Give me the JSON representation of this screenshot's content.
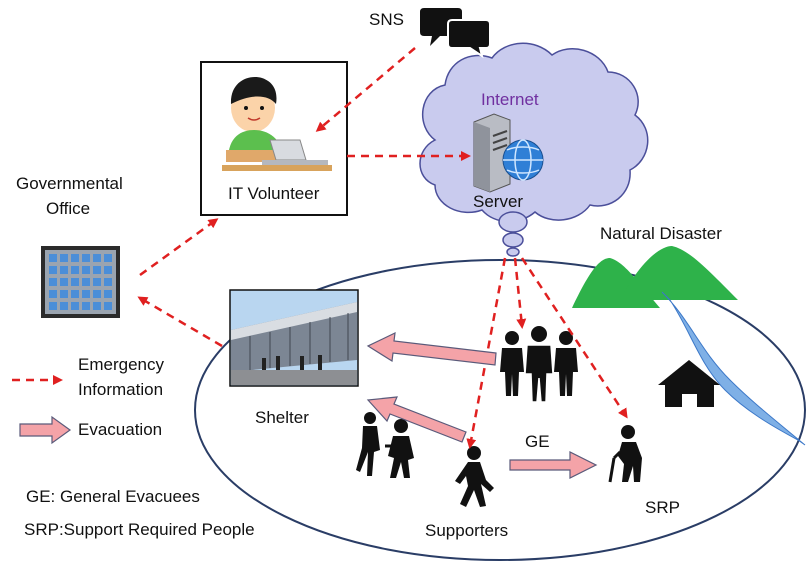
{
  "labels": {
    "sns": "SNS",
    "internet": "Internet",
    "server": "Server",
    "it_volunteer": "IT Volunteer",
    "gov_office_line1": "Governmental",
    "gov_office_line2": "Office",
    "natural_disaster": "Natural Disaster",
    "shelter": "Shelter",
    "ge": "GE",
    "supporters": "Supporters",
    "srp": "SRP"
  },
  "legend": {
    "emergency_line1": "Emergency",
    "emergency_line2": "Information",
    "evacuation": "Evacuation",
    "ge_definition": "GE: General Evacuees",
    "srp_definition": "SRP:Support Required People"
  },
  "colors": {
    "emergency_arrow": "#e02020",
    "evacuation_arrow_fill": "#f4a3a8",
    "evacuation_arrow_stroke": "#5a5a7a",
    "cloud_fill": "#c9cbee",
    "cloud_stroke": "#4b4f9a",
    "internet_text": "#7030a0",
    "mountain": "#2eb24a",
    "river": "#7fb0e6",
    "icon": "#111111"
  }
}
